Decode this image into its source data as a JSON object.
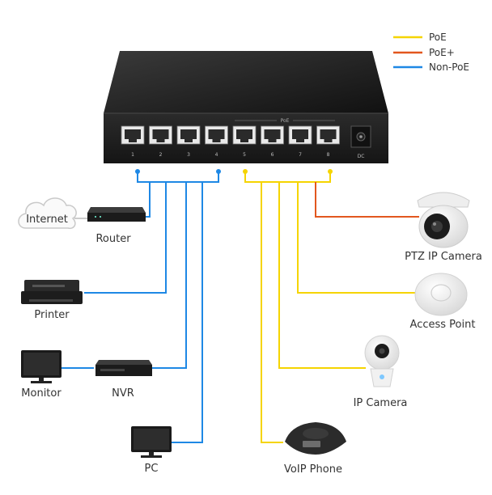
{
  "legend": [
    {
      "label": "PoE",
      "color": "#f5d400"
    },
    {
      "label": "PoE+",
      "color": "#e2571e"
    },
    {
      "label": "Non-PoE",
      "color": "#1e88e5"
    }
  ],
  "switch": {
    "ports": [
      "1",
      "2",
      "3",
      "4",
      "5",
      "6",
      "7",
      "8"
    ],
    "poe_label": "PoE",
    "dc_label": "DC"
  },
  "devices": {
    "internet": "Internet",
    "router": "Router",
    "printer": "Printer",
    "monitor": "Monitor",
    "nvr": "NVR",
    "pc": "PC",
    "ptz_camera": "PTZ IP Camera",
    "access_point": "Access Point",
    "ip_camera": "IP Camera",
    "voip_phone": "VoIP Phone"
  },
  "colors": {
    "poe": "#f5d400",
    "poe_plus": "#e2571e",
    "non_poe": "#1e88e5",
    "switch_body": "#1f1f1f"
  }
}
